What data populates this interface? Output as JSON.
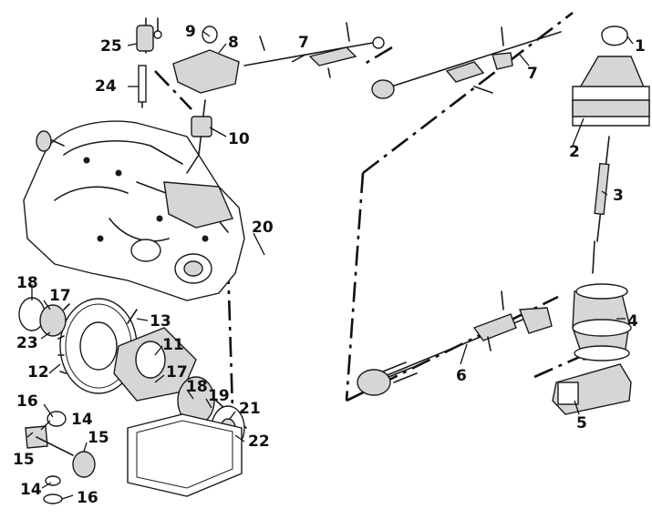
{
  "callouts": {
    "c1": "1",
    "c2": "2",
    "c3": "3",
    "c4": "4",
    "c5": "5",
    "c6": "6",
    "c7a": "7",
    "c7b": "7",
    "c8": "8",
    "c9": "9",
    "c10": "10",
    "c11": "11",
    "c12": "12",
    "c13": "13",
    "c14a": "14",
    "c14b": "14",
    "c15a": "15",
    "c15b": "15",
    "c16a": "16",
    "c16b": "16",
    "c17a": "17",
    "c17b": "17",
    "c18a": "18",
    "c18b": "18",
    "c19": "19",
    "c20": "20",
    "c21": "21",
    "c22": "22",
    "c23": "23",
    "c24": "24",
    "c25": "25"
  },
  "colors": {
    "ink": "#1a1a1a",
    "paper": "#ffffff",
    "shade": "#d6d6d6"
  }
}
